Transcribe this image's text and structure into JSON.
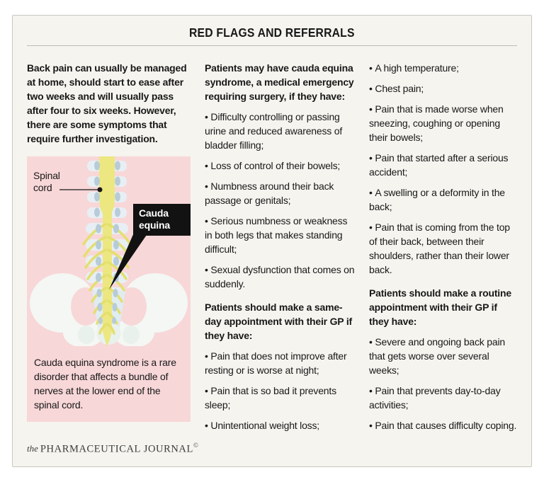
{
  "title": "RED FLAGS AND REFERRALS",
  "col1": {
    "intro": "Back pain can usually be managed at home, should start to ease after two weeks and will usually pass after four to six weeks. However, there are some symptoms that require further investigation."
  },
  "figure": {
    "spinal_cord_label": "Spinal cord",
    "cauda_equina_label": "Cauda equina",
    "caption": "Cauda equina syndrome is a rare disorder that affects a bundle of nerves at the lower end of the spinal cord."
  },
  "col2": {
    "heading_emergency": "Patients may have cauda equina syndrome, a medical emergency requiring surgery, if they have:",
    "bullets_emergency": [
      "Difficulty controlling or passing urine and reduced awareness of bladder filling;",
      "Loss of control of their bowels;",
      "Numbness around their back passage or genitals;",
      "Serious numbness or weakness in both legs that makes standing difficult;",
      "Sexual dysfunction that comes on suddenly."
    ],
    "heading_same_day": "Patients should make a same-day appointment with their GP if they have:",
    "bullets_same_day": [
      "Pain that does not improve after resting or is worse at night;",
      "Pain that is so bad it prevents sleep;",
      "Unintentional weight loss;"
    ]
  },
  "col3": {
    "bullets_same_day_continued": [
      "A high temperature;",
      "Chest pain;",
      "Pain that is made worse when sneezing, coughing or opening their bowels;",
      "Pain that started after a serious accident;",
      "A swelling or a deformity in the back;",
      "Pain that is coming from the top of their back, between their shoulders, rather than their lower back."
    ],
    "heading_routine": "Patients should make a routine appointment with their GP if they have:",
    "bullets_routine": [
      "Severe and ongoing back pain that gets worse over several weeks;",
      "Pain that prevents day-to-day activities;",
      "Pain that causes difficulty coping."
    ]
  },
  "footer": {
    "the": "the",
    "name": "Pharmaceutical Journal",
    "copyright": "©"
  },
  "theme": {
    "card-bg": "#f5f4ef",
    "card-border": "#c9c7c1",
    "text": "#181818",
    "pink": "#f8d7d8",
    "spine-yellow": "#ece780",
    "nerve-yellow": "#e4df6e",
    "vertebra": "#e7eff4",
    "disc": "#b7cbd8",
    "pelvis": "#f4f7f3",
    "sacrum": "#dfecf1",
    "obturator": "#e9f1ed",
    "label-bg": "#121212",
    "label-text": "#ffffff",
    "rule": "#bdbbb5",
    "footer-text": "#3b3b3b"
  }
}
